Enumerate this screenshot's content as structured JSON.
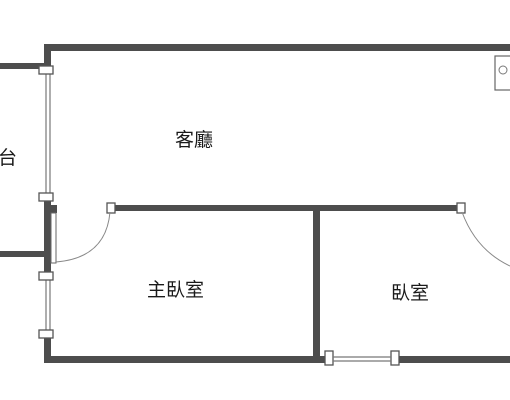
{
  "floorplan": {
    "rooms": {
      "balcony": {
        "label": "台"
      },
      "living_room": {
        "label": "客廳"
      },
      "master_bedroom": {
        "label": "主臥室"
      },
      "bedroom": {
        "label": "臥室"
      }
    },
    "colors": {
      "wall": "#4d4d4d",
      "background": "#ffffff",
      "label": "#1a1a1a"
    }
  }
}
